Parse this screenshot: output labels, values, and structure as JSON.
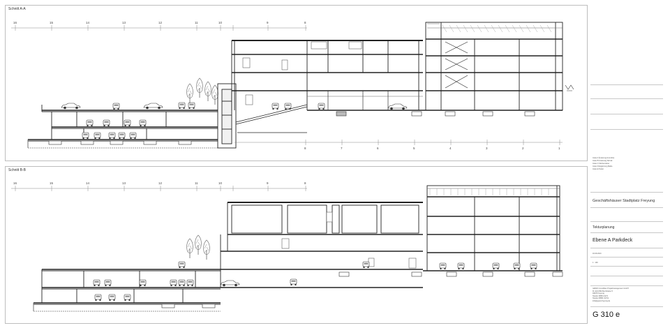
{
  "sections": [
    {
      "title": "Schnitt A-A",
      "axis_labels": [
        "16",
        "15",
        "14",
        "13",
        "12",
        "11",
        "10",
        "9",
        "8"
      ],
      "axis_labels_bottom": [
        "8",
        "7",
        "6",
        "5",
        "4",
        "3",
        "2",
        "1"
      ]
    },
    {
      "title": "Schnitt B-B",
      "axis_labels": [
        "16",
        "15",
        "14",
        "13",
        "12",
        "11",
        "10",
        "9",
        "8"
      ]
    }
  ],
  "title_block": {
    "revision_lines": [
      "Index A   Änderung Grundriss",
      "Index B   Änderung Schnitt",
      "Index C   Stützenraster",
      "Index D   Ergänzung Maße",
      "Index E   Tektur"
    ],
    "project": "Geschäftshäuser Stadtplatz Freyung",
    "drawing_type": "Tekturplanung",
    "level": "Ebene A Parkdeck",
    "date": "16.09.2013",
    "scale": "1 : 100",
    "planner_lines": [
      "GEWO Immobilien Projektmanagement GmbH",
      "Dr.-Emil-Brichta-Strasse 5",
      "94078 Freyung",
      "Telefon 08551 9170",
      "Telefax 08551 91701",
      "info@gewo-freyung.de"
    ],
    "sheet_number": "G 310 e"
  }
}
